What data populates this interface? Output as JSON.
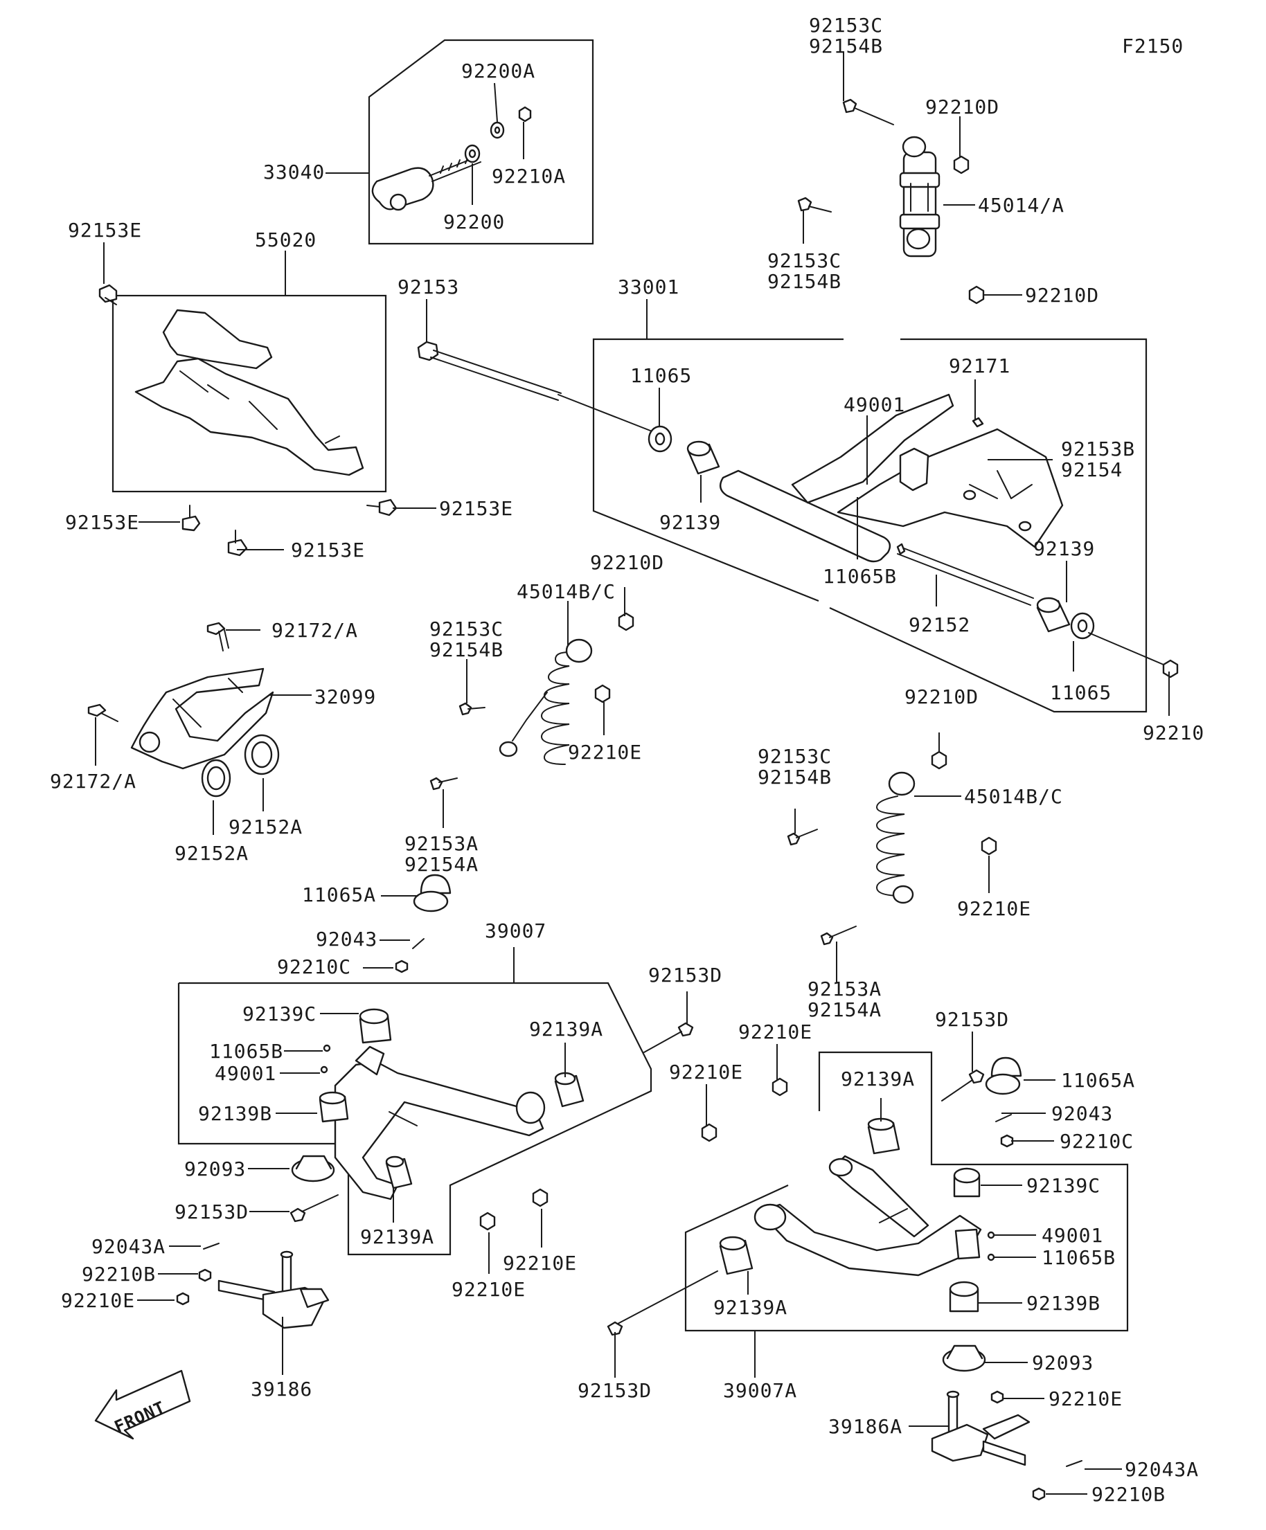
{
  "figure_code": "F2150",
  "front_label": "FRONT",
  "callouts": {
    "c92153C_top": "92153C",
    "c92154B_top": "92154B",
    "c92210D_a": "92210D",
    "c45014A": "45014/A",
    "c92153C_b": "92153C",
    "c92154B_b": "92154B",
    "c92210D_b": "92210D",
    "c92200A": "92200A",
    "c92210A": "92210A",
    "c33040": "33040",
    "c92200": "92200",
    "c92153E_a": "92153E",
    "c55020": "55020",
    "c92153": "92153",
    "c33001": "33001",
    "c11065_a": "11065",
    "c92171": "92171",
    "c49001_a": "49001",
    "c92153B": "92153B",
    "c92154": "92154",
    "c92139_a": "92139",
    "c11065B_a": "11065B",
    "c92139_b": "92139",
    "c92152": "92152",
    "c11065_b": "11065",
    "c92210": "92210",
    "c92153E_b": "92153E",
    "c92153E_c": "92153E",
    "c92153E_d": "92153E",
    "c92210D_c": "92210D",
    "c45014BC_a": "45014B/C",
    "c92153C_c": "92153C",
    "c92154B_c": "92154B",
    "c92172A_a": "92172/A",
    "c32099": "32099",
    "c92172A_b": "92172/A",
    "c92152A_a": "92152A",
    "c92152A_b": "92152A",
    "c92210E_a": "92210E",
    "c92153A_a": "92153A",
    "c92154A_a": "92154A",
    "c92210D_d": "92210D",
    "c92153C_d": "92153C",
    "c92154B_d": "92154B",
    "c45014BC_b": "45014B/C",
    "c92210E_b": "92210E",
    "c92153A_b": "92153A",
    "c92154A_b": "92154A",
    "c11065A_a": "11065A",
    "c92043_a": "92043",
    "c92210C_a": "92210C",
    "c39007": "39007",
    "c92153D_a": "92153D",
    "c92139C_a": "92139C",
    "c11065B_b": "11065B",
    "c49001_b": "49001",
    "c92139B_a": "92139B",
    "c92139A_a": "92139A",
    "c92139A_b": "92139A",
    "c92093_a": "92093",
    "c92153D_b": "92153D",
    "c92043A_a": "92043A",
    "c92210B_a": "92210B",
    "c92210E_c": "92210E",
    "c39186": "39186",
    "c92210E_d": "92210E",
    "c92210E_e": "92210E",
    "c92210E_f": "92210E",
    "c92210E_g": "92210E",
    "c92153D_c": "92153D",
    "c11065A_b": "11065A",
    "c92043_b": "92043",
    "c92210C_b": "92210C",
    "c92139A_c": "92139A",
    "c92139C_b": "92139C",
    "c49001_c": "49001",
    "c11065B_c": "11065B",
    "c92139B_b": "92139B",
    "c92139A_d": "92139A",
    "c92153D_d": "92153D",
    "c39007A": "39007A",
    "c92093_b": "92093",
    "c92210E_h": "92210E",
    "c39186A": "39186A",
    "c92043A_b": "92043A",
    "c92210B_b": "92210B"
  }
}
